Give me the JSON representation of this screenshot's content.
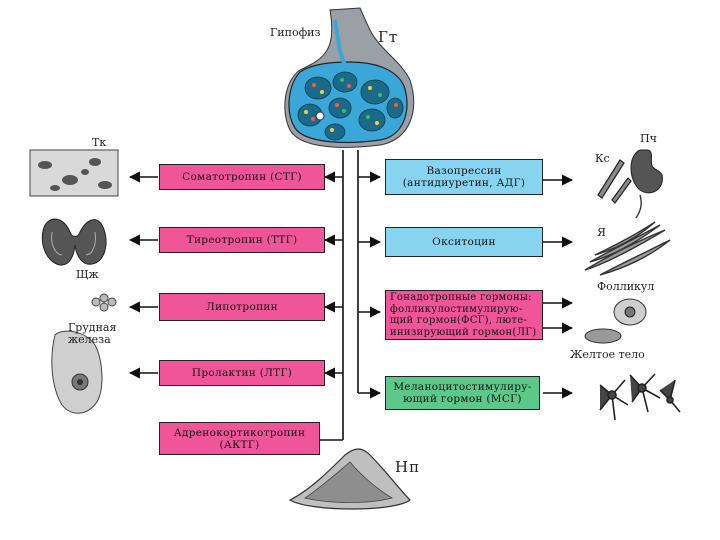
{
  "labels": {
    "pituitary": "Гипофиз",
    "hypothalamus_abbr": "Гт",
    "neurohypophysis_abbr": "Нп",
    "tissue": "Тк",
    "thyroid": "Щж",
    "mammary": "Грудная\nжелеза",
    "kidney_abbr": "Пч",
    "bone_abbr": "Кс",
    "muscle_abbr": "Я",
    "follicle": "Фолликул",
    "corpus_luteum": "Желтое тело"
  },
  "left_hormones": [
    "Соматотропин (СТГ)",
    "Тиреотропин (ТТГ)",
    "Липотропин",
    "Пролактин (ЛТГ)",
    "Адренокортикотропин\n(АКТГ)"
  ],
  "right_hormones": [
    "Вазопрессин\n(антидиуретин, АДГ)",
    "Окситоцин",
    "Гонадотропные гормоны:\nфолликулостимулирую-\nщий гормон(ФСГ), люте-\nинизирующий гормон(ЛГ)",
    "Меланоцитостимулиру-\nющий гормон (МСГ)"
  ],
  "colors": {
    "adenohypophysis_box": "#f0559a",
    "neurohypophysis_box": "#86d4ef",
    "melanocyte_box": "#5cc98a",
    "gland_blue": "#3aa7d8",
    "gland_cell": "#1a6b8a"
  }
}
